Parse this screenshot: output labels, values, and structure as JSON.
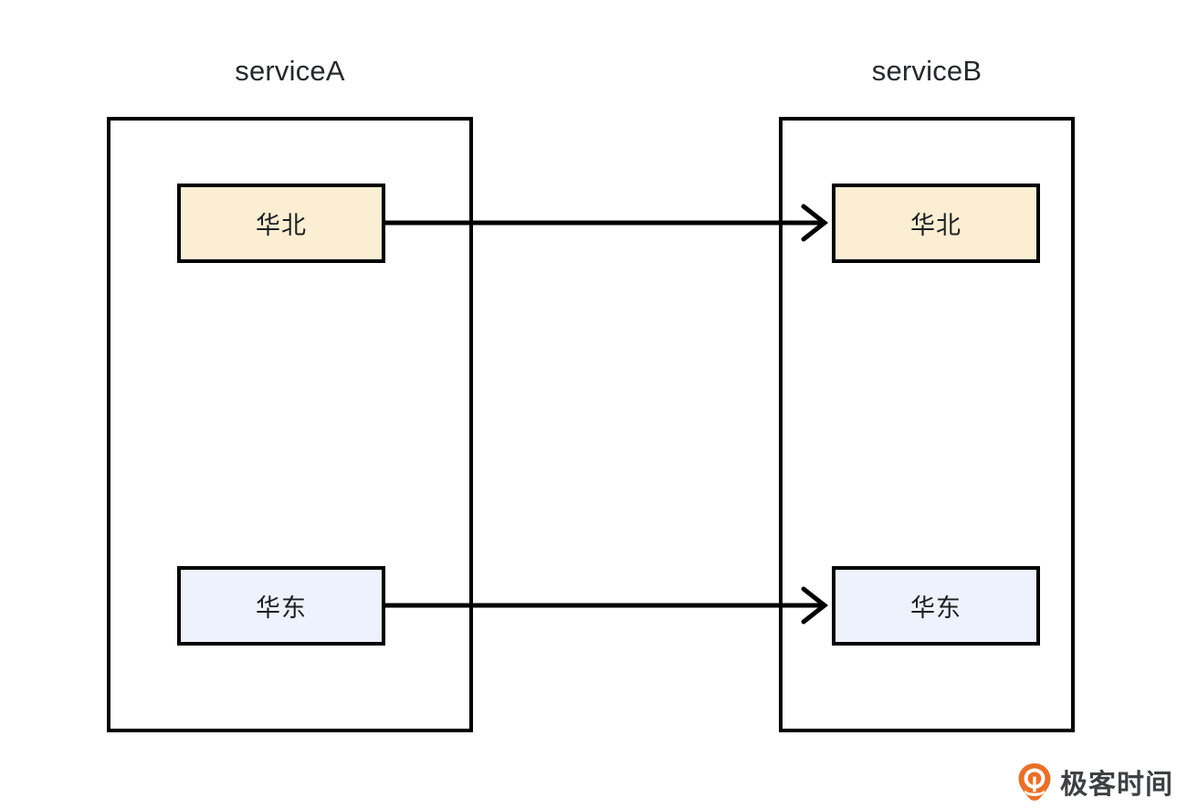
{
  "diagram": {
    "title": "serviceA to serviceB region routing",
    "background_color": "#ffffff",
    "stroke_color": "#000000",
    "services": [
      {
        "id": "serviceA",
        "label": "serviceA",
        "nodes": [
          {
            "id": "a-north",
            "label": "华北",
            "fill": "#fbeed3"
          },
          {
            "id": "a-east",
            "label": "华东",
            "fill": "#eef2fc"
          }
        ]
      },
      {
        "id": "serviceB",
        "label": "serviceB",
        "nodes": [
          {
            "id": "b-north",
            "label": "华北",
            "fill": "#fbeed3"
          },
          {
            "id": "b-east",
            "label": "华东",
            "fill": "#eef2fc"
          }
        ]
      }
    ],
    "connections": [
      {
        "id": "north-link",
        "from": "a-north",
        "to": "b-north",
        "arrow": "single"
      },
      {
        "id": "east-link",
        "from": "a-east",
        "to": "b-east",
        "arrow": "single"
      }
    ]
  },
  "watermark": {
    "text": "极客时间",
    "logo_icon": "geektime-drop-logo-icon",
    "logo_color": "#e8702a",
    "text_color": "#3e4044"
  }
}
